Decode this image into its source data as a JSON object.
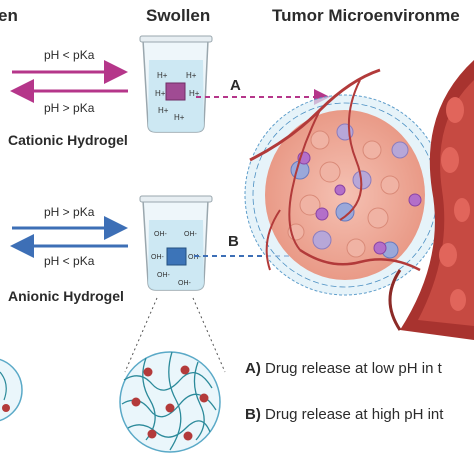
{
  "headers": {
    "left_cut": "en",
    "swollen": "Swollen",
    "tumor": "Tumor Microenvironme"
  },
  "cationic": {
    "top_label": "pH < pKa",
    "bottom_label": "pH > pKa",
    "title": "Cationic Hydrogel",
    "ion_symbol": "H+",
    "arrow_letter": "A",
    "colors": {
      "arrow": "#b5368a",
      "drug": "#a04b93",
      "water": "#c9e7f2"
    }
  },
  "anionic": {
    "top_label": "pH > pKa",
    "bottom_label": "pH < pKa",
    "title": "Anionic Hydrogel",
    "ion_symbol": "OH-",
    "arrow_letter": "B",
    "colors": {
      "arrow": "#3d6fb6",
      "drug": "#3c74b8",
      "water": "#c9e7f2"
    }
  },
  "legend": {
    "a_letter": "A)",
    "a_text": "Drug release at low pH in t",
    "b_letter": "B)",
    "b_text": "Drug release at high pH int"
  },
  "icons": [
    "beaker-icon",
    "drug-square-icon",
    "network-zoom-icon",
    "tumor-icon",
    "blood-vessel-icon",
    "arrow-icon"
  ]
}
